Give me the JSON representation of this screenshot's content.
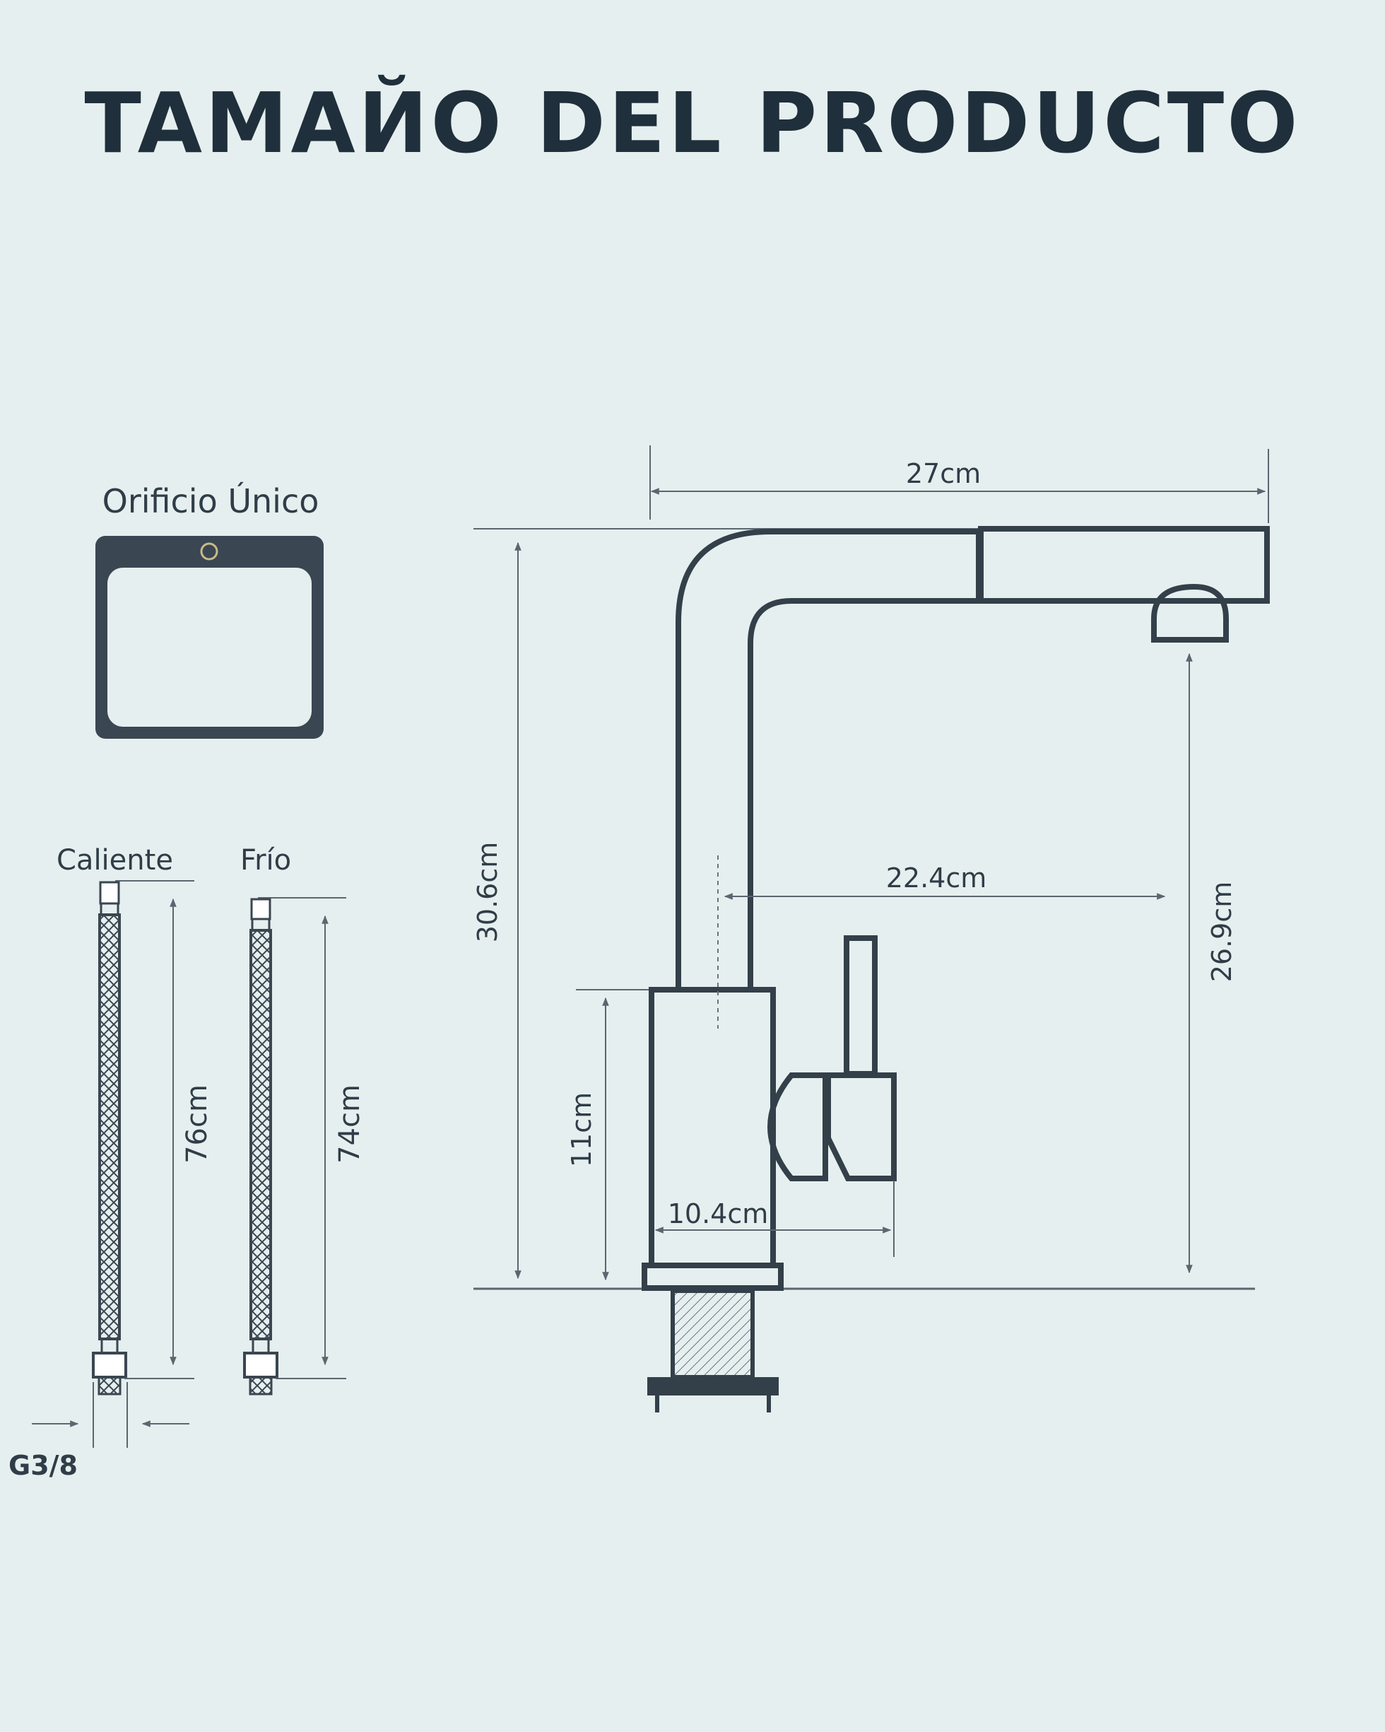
{
  "title": "TAMAЙO DEL PRODUCTO",
  "sink": {
    "label": "Orificio Único"
  },
  "hoses": {
    "hot_label": "Caliente",
    "cold_label": "Frío",
    "hot_length": "76cm",
    "cold_length": "74cm",
    "thread": "G3/8"
  },
  "faucet": {
    "total_width": "27cm",
    "total_height": "30.6cm",
    "reach": "22.4cm",
    "spout_clearance": "26.9cm",
    "body_height": "11cm",
    "base_width": "10.4cm"
  },
  "colors": {
    "background": "#e6efef",
    "ink": "#2f3d48",
    "dimension_line": "#5a6670"
  }
}
